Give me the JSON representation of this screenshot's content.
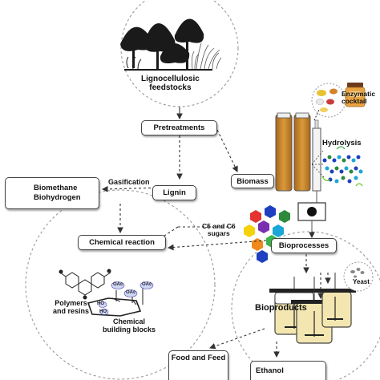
{
  "nodes": {
    "lignocellulosic": {
      "line1": "Lignocellulosic",
      "line2": "feedstocks"
    },
    "enzymatic": {
      "line1": "Enzymatic",
      "line2": "cocktail"
    },
    "pretreatments": "Pretreatments",
    "hydrolysis": "Hydrolysis",
    "biomass": "Biomass",
    "biomethane": {
      "line1": "Biomethane",
      "line2": "Biohydrogen"
    },
    "gasification": "Gasification",
    "lignin": "Lignin",
    "c5c6": {
      "line1": "C5 and C6",
      "line2": "sugars"
    },
    "chemical_reaction": "Chemical reaction",
    "bioprocesses": "Bioprocesses",
    "yeast": "Yeast",
    "polymers": {
      "line1": "Polymers",
      "line2": "and resins"
    },
    "chemical_blocks": {
      "line1": "Chemical",
      "line2": "building blocks"
    },
    "bioproducts": "Bioproducts",
    "food_feed": "Food and Feed",
    "ethanol": "Ethanol"
  },
  "molecule_labels": [
    "OAc",
    "OAc",
    "OAc",
    "HO",
    "HO"
  ],
  "colors": {
    "biomass_fill": "#c8862a",
    "sugar_colors": [
      "#e3342f",
      "#1e3fbf",
      "#2c8a3a",
      "#f5d20a",
      "#7a2fb0",
      "#1aa6d6",
      "#f08a1c",
      "#39b54a"
    ]
  }
}
